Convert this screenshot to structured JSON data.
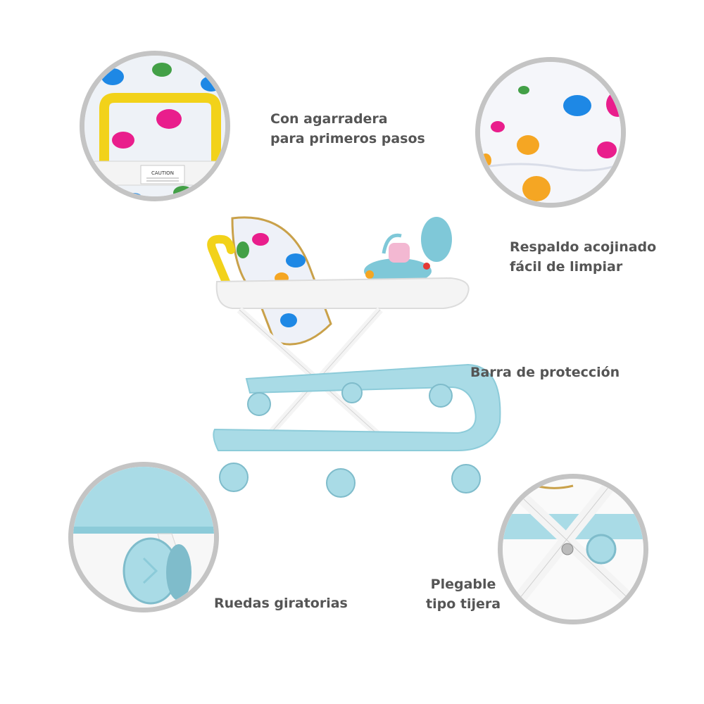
{
  "callouts": {
    "handle": {
      "line1": "Con agarradera",
      "line2": "para primeros pasos"
    },
    "backrest": {
      "line1": "Respaldo acojinado",
      "line2": "fácil de limpiar"
    },
    "bar": {
      "line1": "Barra de protección"
    },
    "wheels": {
      "line1": "Ruedas giratorias"
    },
    "folding": {
      "line1": "Plegable",
      "line2": "tipo tijera"
    }
  },
  "caution_label": "CAUTION",
  "colors": {
    "frame_blue": "#a9dbe6",
    "frame_white": "#f4f4f4",
    "handle_yellow": "#f2d21a",
    "circle_border": "#c4c4c4",
    "text": "#555555",
    "paw_colors": [
      "#1e88e5",
      "#e91e8c",
      "#43a047",
      "#f5a623",
      "#8e24aa"
    ]
  }
}
